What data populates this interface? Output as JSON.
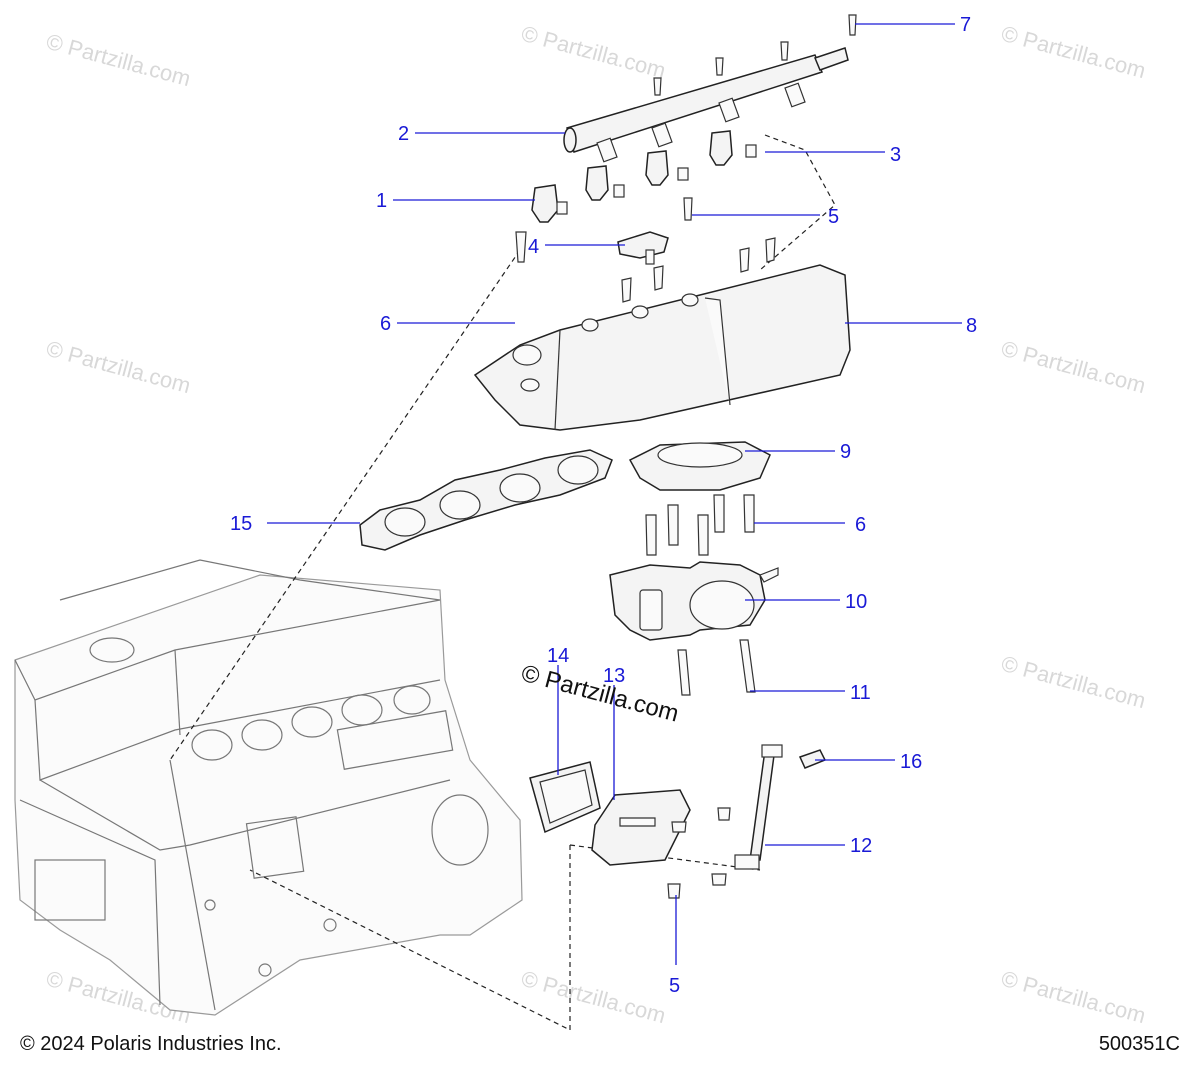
{
  "watermark": {
    "text": "© Partzilla.com",
    "center_text": "© Partzilla.com"
  },
  "callouts": {
    "c1": "1",
    "c2": "2",
    "c3": "3",
    "c4": "4",
    "c5a": "5",
    "c5b": "5",
    "c6a": "6",
    "c6b": "6",
    "c7": "7",
    "c8": "8",
    "c9": "9",
    "c10": "10",
    "c11": "11",
    "c12": "12",
    "c13": "13",
    "c14": "14",
    "c15": "15",
    "c16": "16"
  },
  "footer": {
    "copyright": "© 2024 Polaris Industries Inc.",
    "diagram_code": "500351C"
  },
  "colors": {
    "callout": "#1a1ad6",
    "line": "#222222",
    "watermark": "#d8d8d8"
  }
}
